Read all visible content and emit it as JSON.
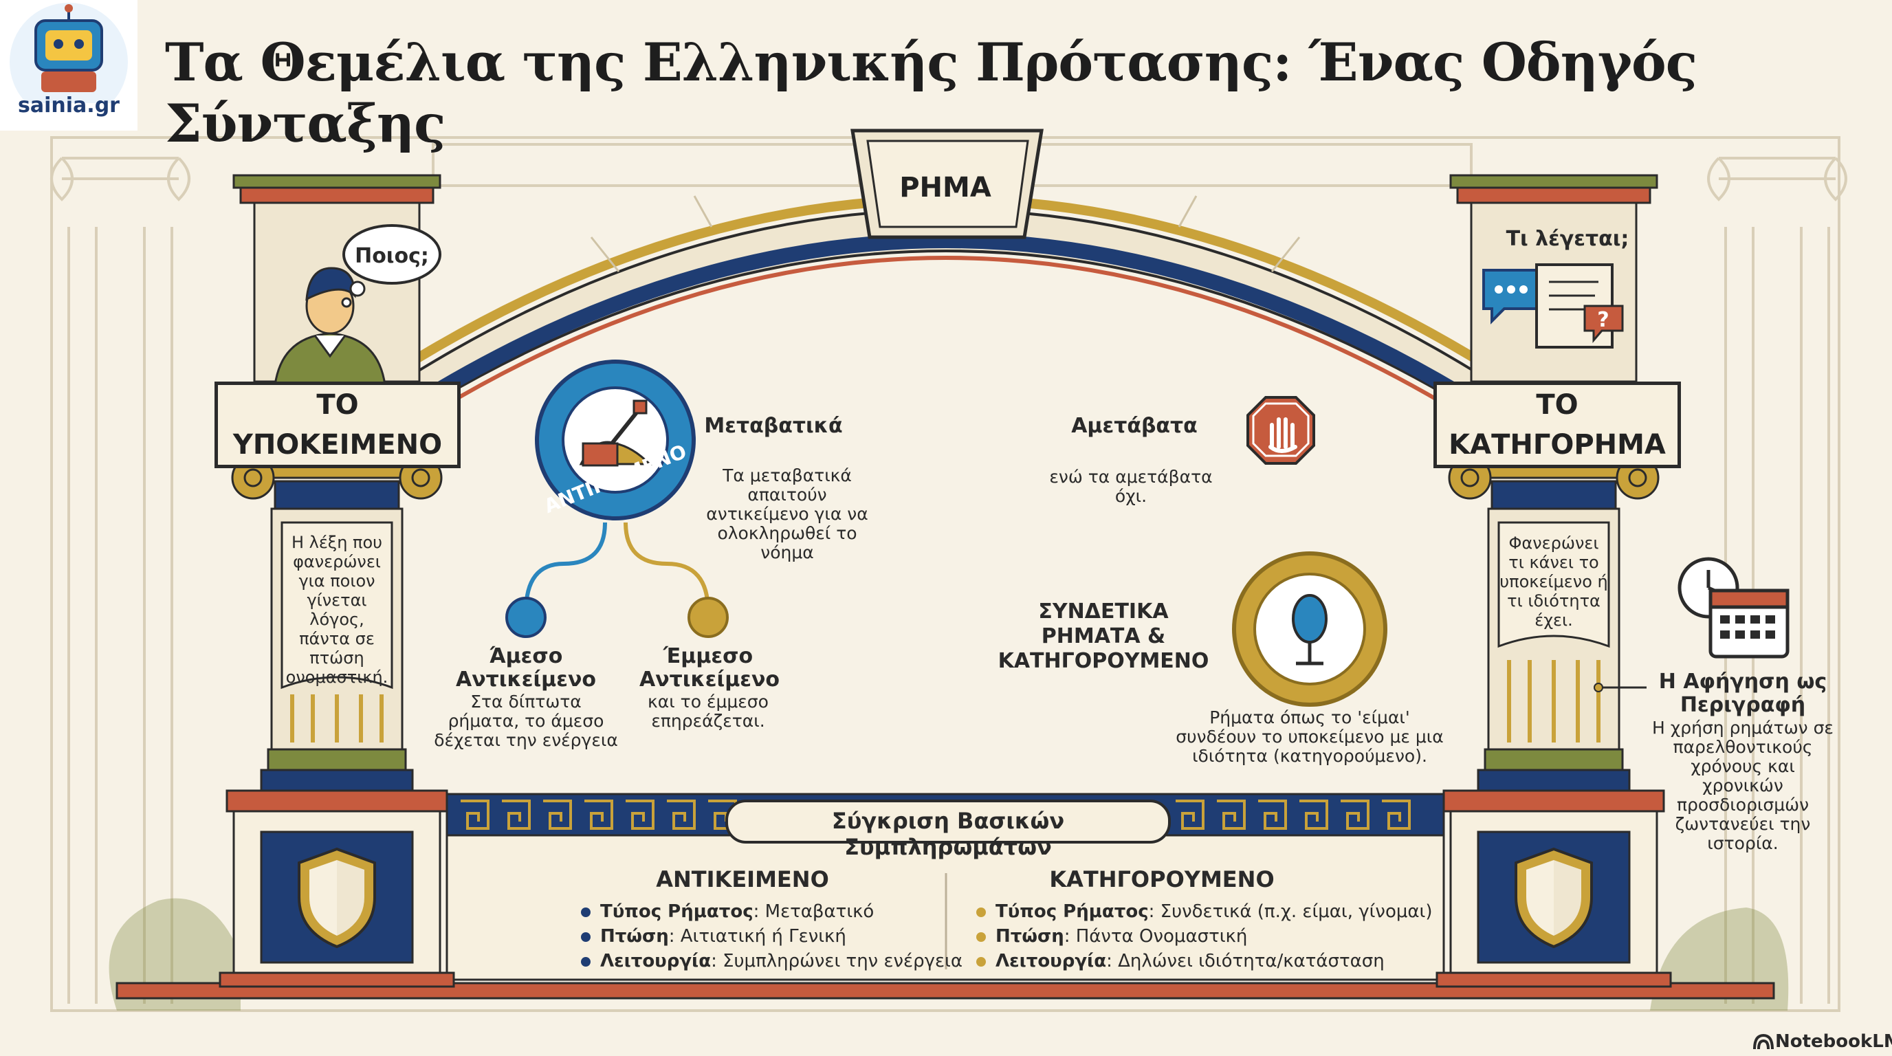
{
  "title": "Τα Θεμέλια της Ελληνικής Πρότασης: Ένας Οδηγός Σύνταξης",
  "logo_text": "sainia.gr",
  "arch_label": "ΡΗΜΑ",
  "left_pillar": {
    "label": "ΤΟ ΥΠΟΚΕΙΜΕΝΟ",
    "bubble": "Ποιος;",
    "scroll_text": "Η λέξη που φανερώνει για ποιον γίνεται λόγος, πάντα σε πτώση ονομαστική."
  },
  "right_pillar": {
    "label": "ΤΟ ΚΑΤΗΓΟΡΗΜΑ",
    "question": "Τι λέγεται;",
    "scroll_text": "Φανερώνει τι κάνει το υποκείμενο ή τι ιδιότητα έχει."
  },
  "object_badge": "ΑΝΤΙΚΕΙΜΕΝΟ",
  "transitive": {
    "title": "Μεταβατικά",
    "text": "Τα μεταβατικά απαιτούν αντικείμενο για να ολοκληρωθεί το νόημα"
  },
  "intransitive": {
    "title": "Αμετάβατα",
    "text": "ενώ τα αμετάβατα όχι."
  },
  "direct_object": {
    "title": "Άμεσο Αντικείμενο",
    "text": "Στα δίπτωτα ρήματα, το άμεσο δέχεται την ενέργεια"
  },
  "indirect_object": {
    "title": "Έμμεσο Αντικείμενο",
    "text": "και το έμμεσο επηρεάζεται."
  },
  "linking": {
    "title": "ΣΥΝΔΕΤΙΚΑ ΡΗΜΑΤΑ & ΚΑΤΗΓΟΡΟΥΜΕΝΟ",
    "text": "Ρήματα όπως το 'είμαι' συνδέουν το υποκείμενο με μια ιδιότητα (κατηγορούμενο)."
  },
  "narration": {
    "title": "Η Αφήγηση ως Περιγραφή",
    "text": "Η χρήση ρημάτων σε παρελθοντικούς χρόνους και χρονικών προσδιορισμών ζωντανεύει την ιστορία."
  },
  "comparison": {
    "banner": "Σύγκριση Βασικών Συμπληρωμάτων",
    "columns": [
      {
        "heading": "ΑΝΤΙΚΕΙΜΕΝΟ",
        "rows": [
          {
            "key": "Τύπος Ρήματος",
            "value": ": Μεταβατικό"
          },
          {
            "key": "Πτώση",
            "value": ": Αιτιατική ή Γενική"
          },
          {
            "key": "Λειτουργία",
            "value": ": Συμπληρώνει την ενέργεια"
          }
        ]
      },
      {
        "heading": "ΚΑΤΗΓΟΡΟΥΜΕΝΟ",
        "rows": [
          {
            "key": "Τύπος Ρήματος",
            "value": ": Συνδετικά (π.χ. είμαι, γίνομαι)"
          },
          {
            "key": "Πτώση",
            "value": ": Πάντα Ονομαστική"
          },
          {
            "key": "Λειτουργία",
            "value": ": Δηλώνει ιδιότητα/κατάσταση"
          }
        ]
      }
    ]
  },
  "footer": "NotebookLM",
  "colors": {
    "navy": "#1f3d73",
    "terracotta": "#c65b3e",
    "olive": "#7d8a3f",
    "gold": "#c9a23a",
    "blue": "#2a86be",
    "cream": "#f7f0df",
    "ink": "#2b2b2b"
  },
  "icons": [
    "logo-robot-icon",
    "person-icon",
    "thought-bubble-icon",
    "chat-bubble-icon",
    "scroll-question-icon",
    "shovel-dirt-icon",
    "stop-hand-icon",
    "mirror-icon",
    "clock-icon",
    "calendar-icon",
    "shield-icon",
    "notebooklm-icon"
  ]
}
